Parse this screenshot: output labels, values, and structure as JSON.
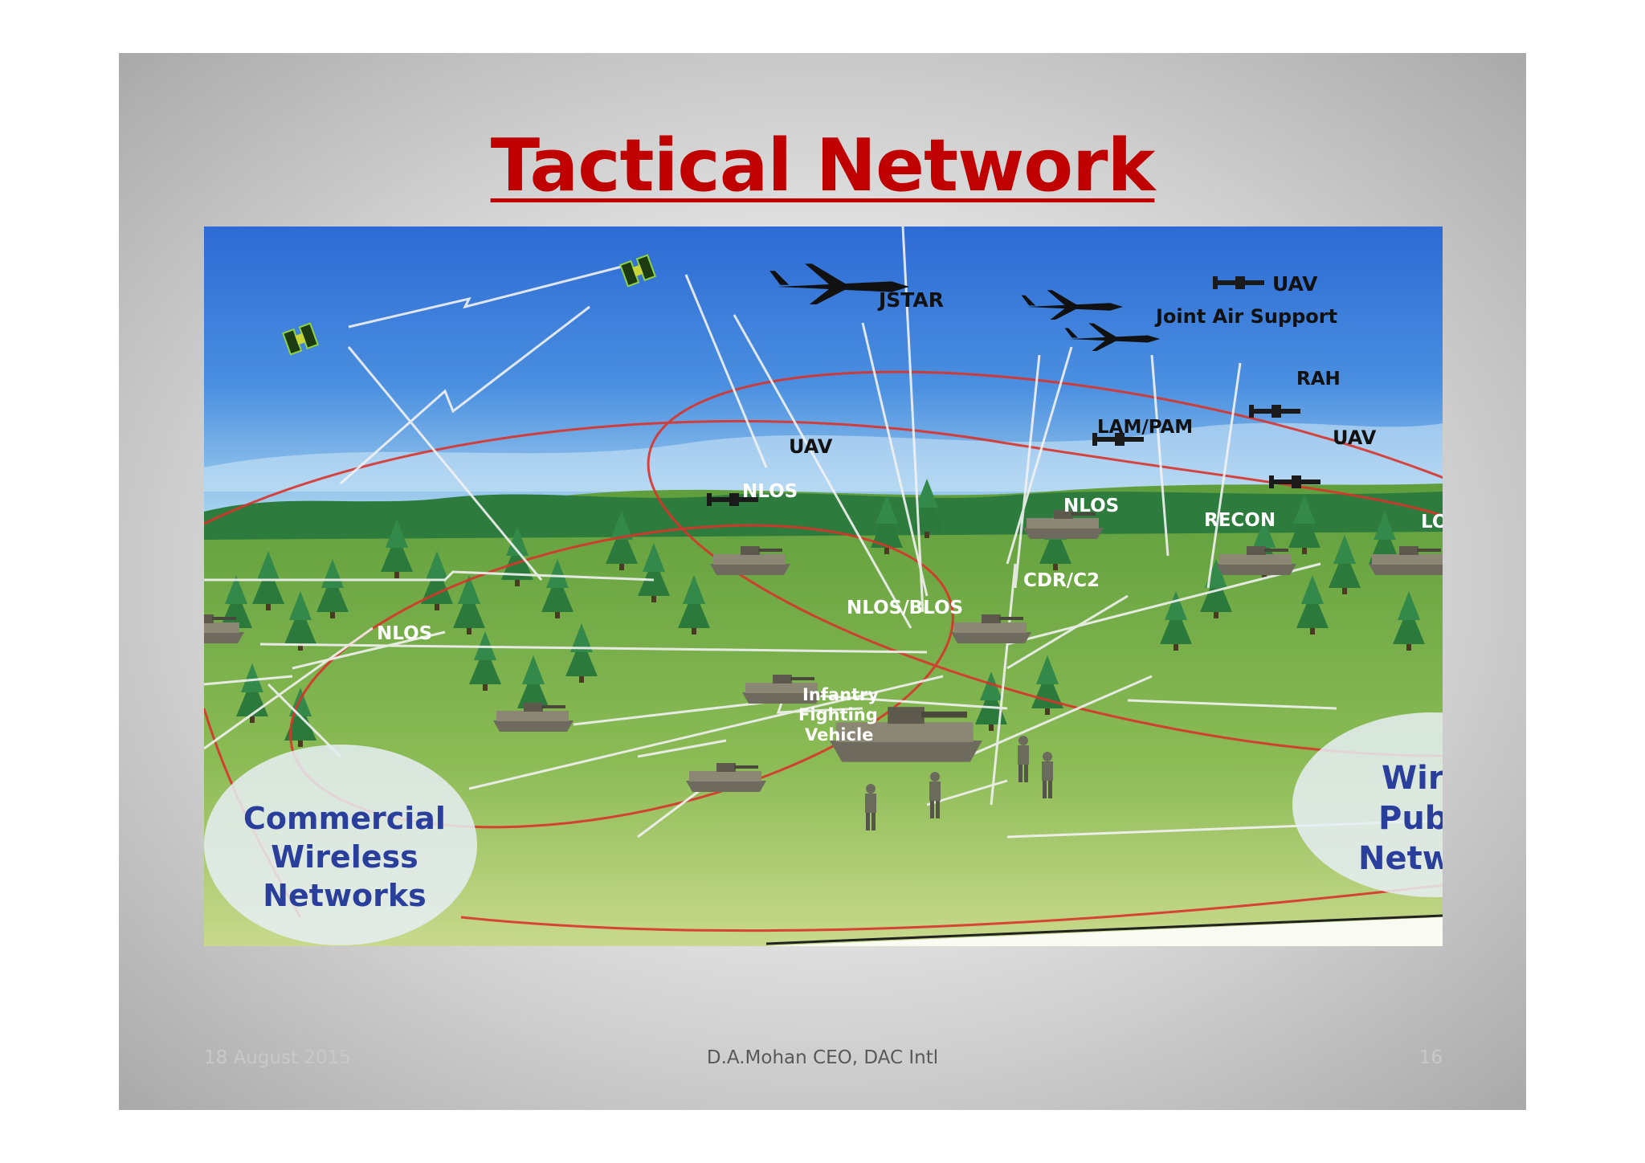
{
  "slide": {
    "title": "Tactical Network",
    "footer_date": "18 August 2015",
    "footer_author": "D.A.Mohan CEO, DAC Intl",
    "footer_page": "16"
  },
  "figure": {
    "labels": {
      "jstar": "JSTAR",
      "uav_top": "UAV",
      "joint_air": "Joint Air Support",
      "rah": "RAH",
      "lam_pam": "LAM/PAM",
      "uav_mid": "UAV",
      "uav_right": "UAV",
      "nlos_1": "NLOS",
      "nlos_2": "NLOS",
      "recon": "RECON",
      "lo": "LO",
      "cdr_c2": "CDR/C2",
      "nlos_blos": "NLOS/BLOS",
      "nlos_3": "NLOS",
      "ifv_1": "Infantry",
      "ifv_2": "Fighting",
      "ifv_3": "Vehicle"
    },
    "commercial_cloud": [
      "Commercial",
      "Wireless",
      "Networks"
    ],
    "public_cloud": [
      "Wire",
      "Pub",
      "Netw"
    ],
    "colors": {
      "sky": "#2f6fd6",
      "ground": "#6aa84f",
      "link_lines": "#f2f2f2",
      "network_rings": "#d9342b"
    },
    "icons": [
      "satellite-icon",
      "aircraft-icon",
      "uav-icon",
      "vehicle-icon",
      "soldier-icon",
      "tree-icon"
    ]
  }
}
